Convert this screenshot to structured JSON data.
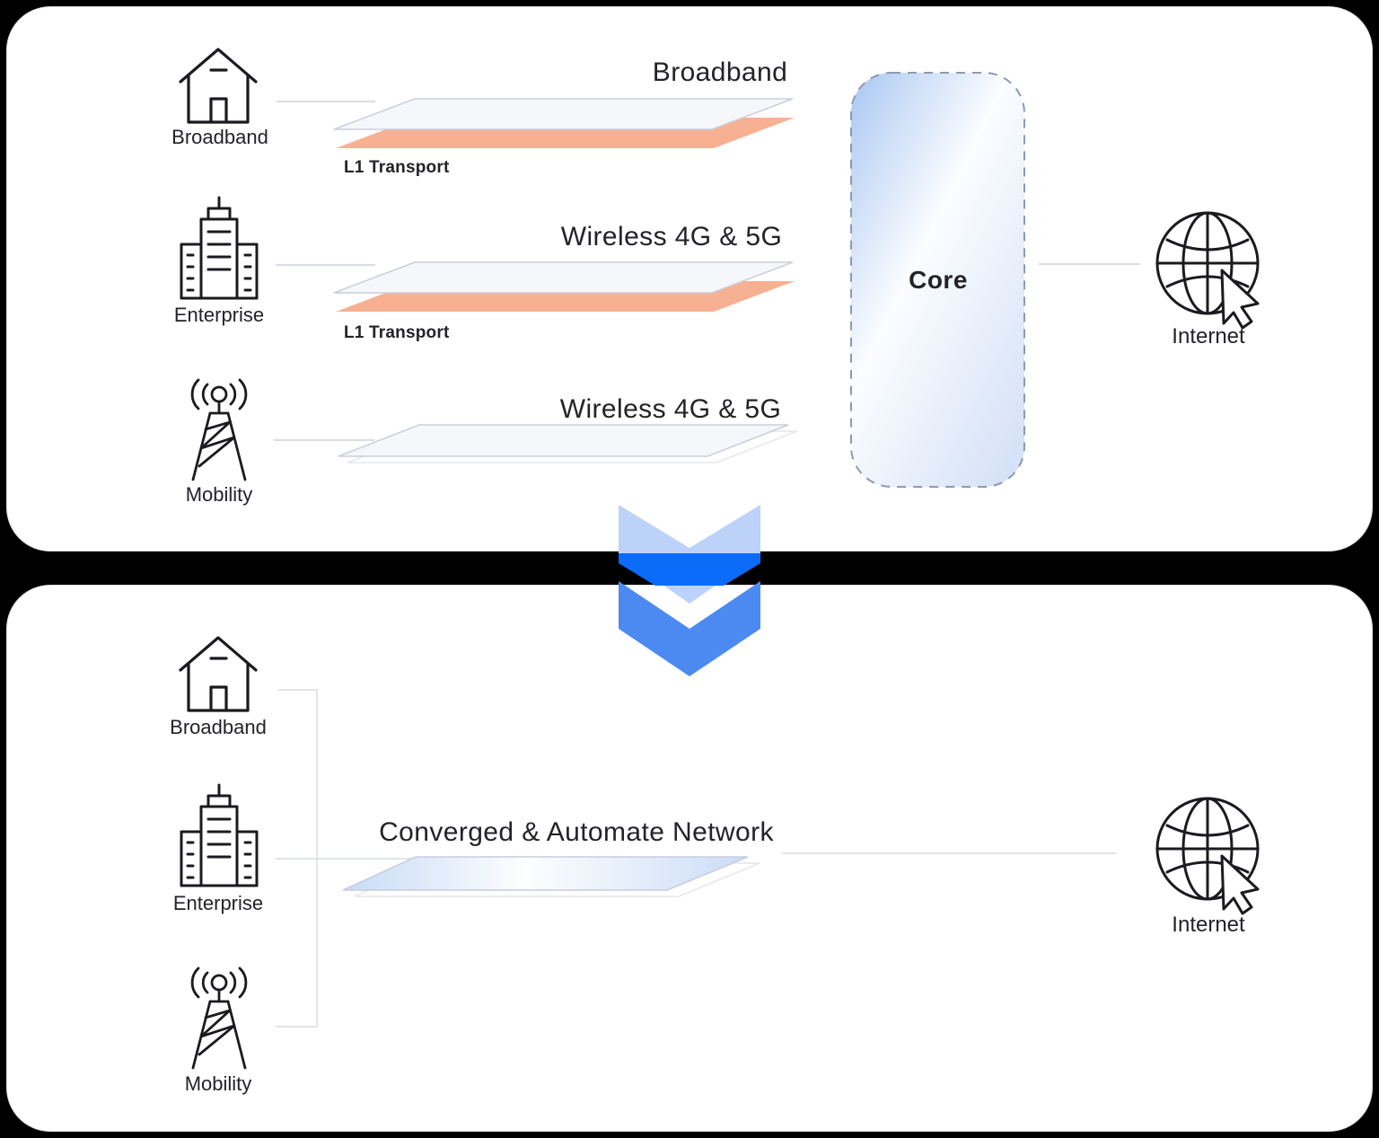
{
  "top_panel": {
    "sources": [
      {
        "icon": "house-icon",
        "label": "Broadband"
      },
      {
        "icon": "building-icon",
        "label": "Enterprise"
      },
      {
        "icon": "cell-tower-icon",
        "label": "Mobility"
      }
    ],
    "rows": [
      {
        "title": "Broadband",
        "transport": "L1 Transport"
      },
      {
        "title": "Wireless 4G & 5G",
        "transport": "L1 Transport"
      },
      {
        "title": "Wireless 4G & 5G"
      }
    ],
    "core": "Core",
    "internet": "Internet"
  },
  "transition": {
    "shape": "double-chevron-down"
  },
  "bottom_panel": {
    "sources": [
      {
        "icon": "house-icon",
        "label": "Broadband"
      },
      {
        "icon": "building-icon",
        "label": "Enterprise"
      },
      {
        "icon": "cell-tower-icon",
        "label": "Mobility"
      }
    ],
    "title": "Converged & Automate Network",
    "internet": "Internet"
  },
  "colors": {
    "background": "#000000",
    "panel": "#ffffff",
    "transport_orange": "#F8B092",
    "plate_gray_fill": "#F6F7FA",
    "plate_gray_border": "#CBCEDC",
    "converged_blue_edge": "#C7DBF6",
    "chevron_light": "#BDD2F9",
    "chevron_bright": "#0B6CFA",
    "chevron_medium": "#4C8AF2",
    "core_gradient_start": "#A9C7F1",
    "core_gradient_end": "#D6E2F7",
    "core_dashed_border": "#8C99B0",
    "connector_line": "#D5D7E0",
    "icon_stroke": "#1B1B1F",
    "text": "#232328"
  }
}
